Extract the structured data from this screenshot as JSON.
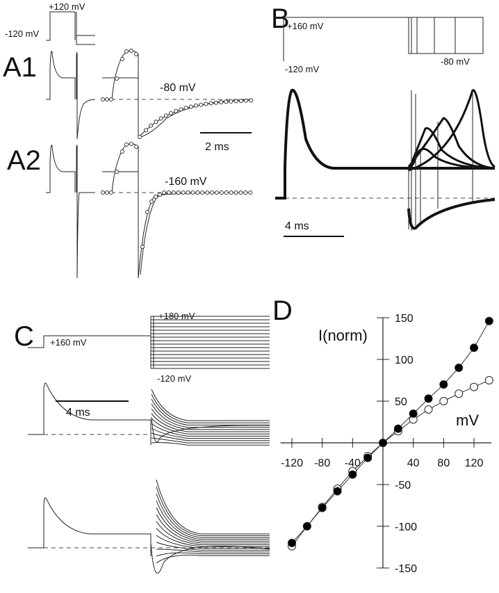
{
  "panels": {
    "a": {
      "label_a1": "A1",
      "label_a2": "A2",
      "step_high": "+120 mV",
      "step_low": "-120 mV",
      "a1_voltage": "-80 mV",
      "a2_voltage": "-160 mV",
      "scale_bar": "2 ms"
    },
    "b": {
      "label": "B",
      "step_high": "+160 mV",
      "step_low": "-120 mV",
      "step_return": "-80 mV",
      "scale_bar": "4 ms"
    },
    "c": {
      "label": "C",
      "step_high": "+160 mV",
      "family_top": "+180 mV",
      "family_bottom": "-120 mV",
      "scale_bar": "4 ms"
    }
  },
  "chart_data": {
    "type": "scatter",
    "panel_label": "D",
    "ylabel": "I(norm)",
    "xlabel": "mV",
    "xlim": [
      -130,
      145
    ],
    "ylim": [
      -150,
      150
    ],
    "x_ticks": [
      -120,
      -80,
      -40,
      40,
      80,
      120
    ],
    "x_tick_labels": [
      "-120",
      "-80",
      "-40",
      "40",
      "80",
      "120"
    ],
    "y_ticks": [
      150,
      100,
      50,
      -50,
      -100,
      -150
    ],
    "y_tick_labels": [
      "150",
      "100",
      "50",
      "-50",
      "-100",
      "-150"
    ],
    "x": [
      -120,
      -100,
      -80,
      -60,
      -40,
      -20,
      0,
      20,
      40,
      60,
      80,
      100,
      120,
      140
    ],
    "series": [
      {
        "name": "open",
        "marker": "open-circle",
        "values": [
          -124,
          -100,
          -77,
          -55,
          -34,
          -16,
          0,
          14,
          28,
          40,
          50,
          59,
          67,
          75
        ]
      },
      {
        "name": "filled",
        "marker": "filled-circle",
        "values": [
          -120,
          -100,
          -78,
          -58,
          -38,
          -18,
          0,
          17,
          35,
          53,
          70,
          90,
          114,
          146
        ]
      }
    ]
  }
}
